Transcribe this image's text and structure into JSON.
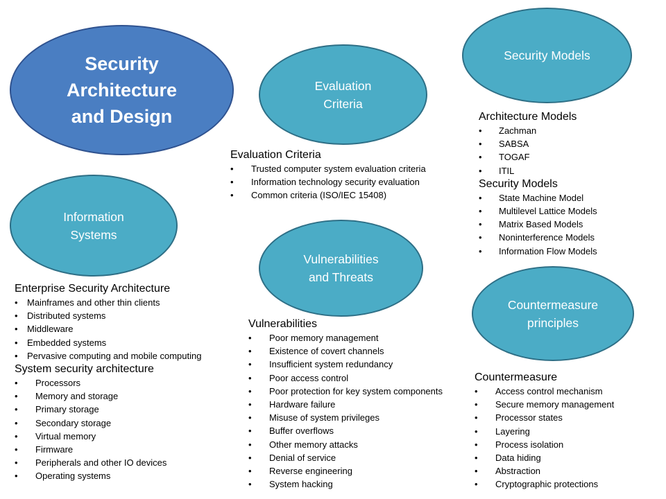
{
  "diagram": {
    "main_topic": "Security\nArchitecture\nand Design",
    "topics": {
      "evaluation_criteria": "Evaluation\nCriteria",
      "security_models": "Security Models",
      "information_systems": "Information\nSystems",
      "vulnerabilities_threats": "Vulnerabilities\nand Threats",
      "countermeasure_principles": "Countermeasure\nprinciples"
    },
    "evaluation": {
      "heading": "Evaluation Criteria",
      "items": [
        "Trusted computer system evaluation criteria",
        "Information technology security evaluation",
        "Common criteria (ISO/IEC 15408)"
      ]
    },
    "models": {
      "architecture_heading": "Architecture Models",
      "architecture_items": [
        "Zachman",
        "SABSA",
        "TOGAF",
        "ITIL"
      ],
      "security_heading": "Security Models",
      "security_items": [
        "State Machine Model",
        "Multilevel Lattice Models",
        "Matrix Based Models",
        "Noninterference Models",
        "Information Flow Models"
      ]
    },
    "info_systems": {
      "enterprise_heading": "Enterprise Security Architecture",
      "enterprise_items": [
        "Mainframes and other thin clients",
        "Distributed systems",
        "Middleware",
        "Embedded systems",
        "Pervasive computing and mobile computing"
      ],
      "system_heading": "System security architecture",
      "system_items": [
        "Processors",
        "Memory and storage",
        "Primary storage",
        "Secondary storage",
        "Virtual memory",
        "Firmware",
        "Peripherals and other IO devices",
        "Operating systems"
      ]
    },
    "vulnerabilities": {
      "heading": "Vulnerabilities",
      "items": [
        "Poor memory management",
        "Existence of covert channels",
        "Insufficient system redundancy",
        "Poor access control",
        "Poor protection for key system components",
        "Hardware failure",
        "Misuse of system privileges",
        "Buffer overflows",
        "Other memory attacks",
        "Denial of service",
        "Reverse engineering",
        "System hacking"
      ]
    },
    "countermeasures": {
      "heading": "Countermeasure",
      "items": [
        "Access control mechanism",
        "Secure memory management",
        "Processor states",
        "Layering",
        "Process isolation",
        "Data hiding",
        "Abstraction",
        "Cryptographic protections"
      ]
    }
  }
}
